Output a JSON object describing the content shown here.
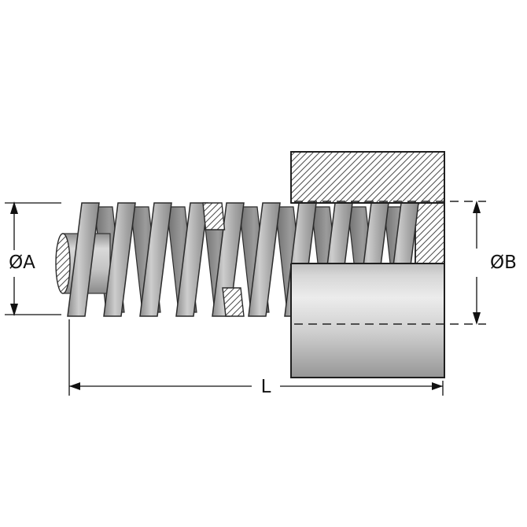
{
  "diagram": {
    "labels": {
      "dia_a": "ØA",
      "dia_b": "ØB",
      "length": "L"
    }
  },
  "colors": {
    "line": "#1f1f1f",
    "spring_gray": "#a6a6a6",
    "housing_gray": "#cfcfcf",
    "background": "#ffffff"
  }
}
